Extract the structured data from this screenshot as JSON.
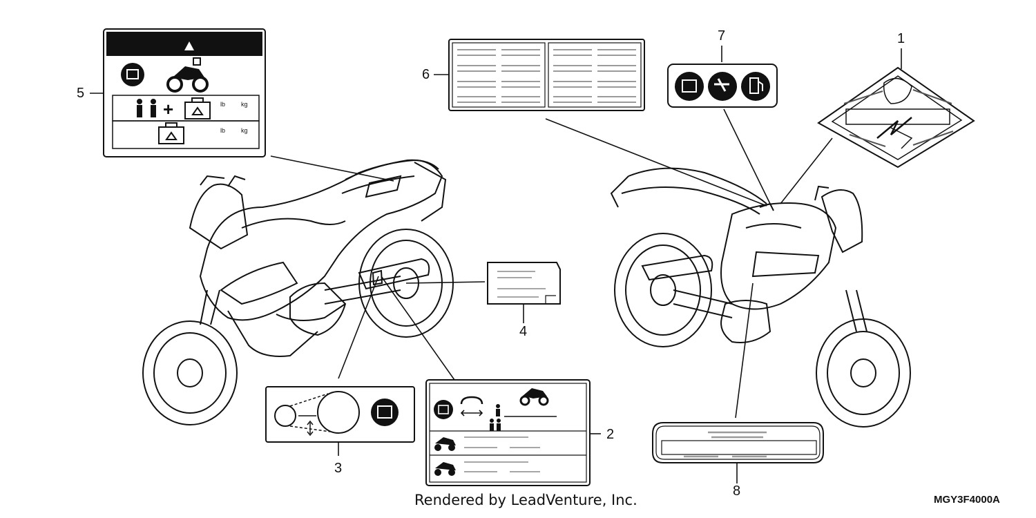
{
  "callouts": {
    "c1": "1",
    "c2": "2",
    "c3": "3",
    "c4": "4",
    "c5": "5",
    "c6": "6",
    "c7": "7",
    "c8": "8"
  },
  "label5": {
    "unit_top_l": "lb",
    "unit_top_r": "kg",
    "unit_bot_l": "lb",
    "unit_bot_r": "kg",
    "plus": "+"
  },
  "footer": {
    "credit": "Rendered by LeadVenture, Inc.",
    "diagram_code": "MGY3F4000A"
  },
  "colors": {
    "ink": "#111111",
    "paper": "#ffffff",
    "hatch": "#9a9a9a"
  }
}
